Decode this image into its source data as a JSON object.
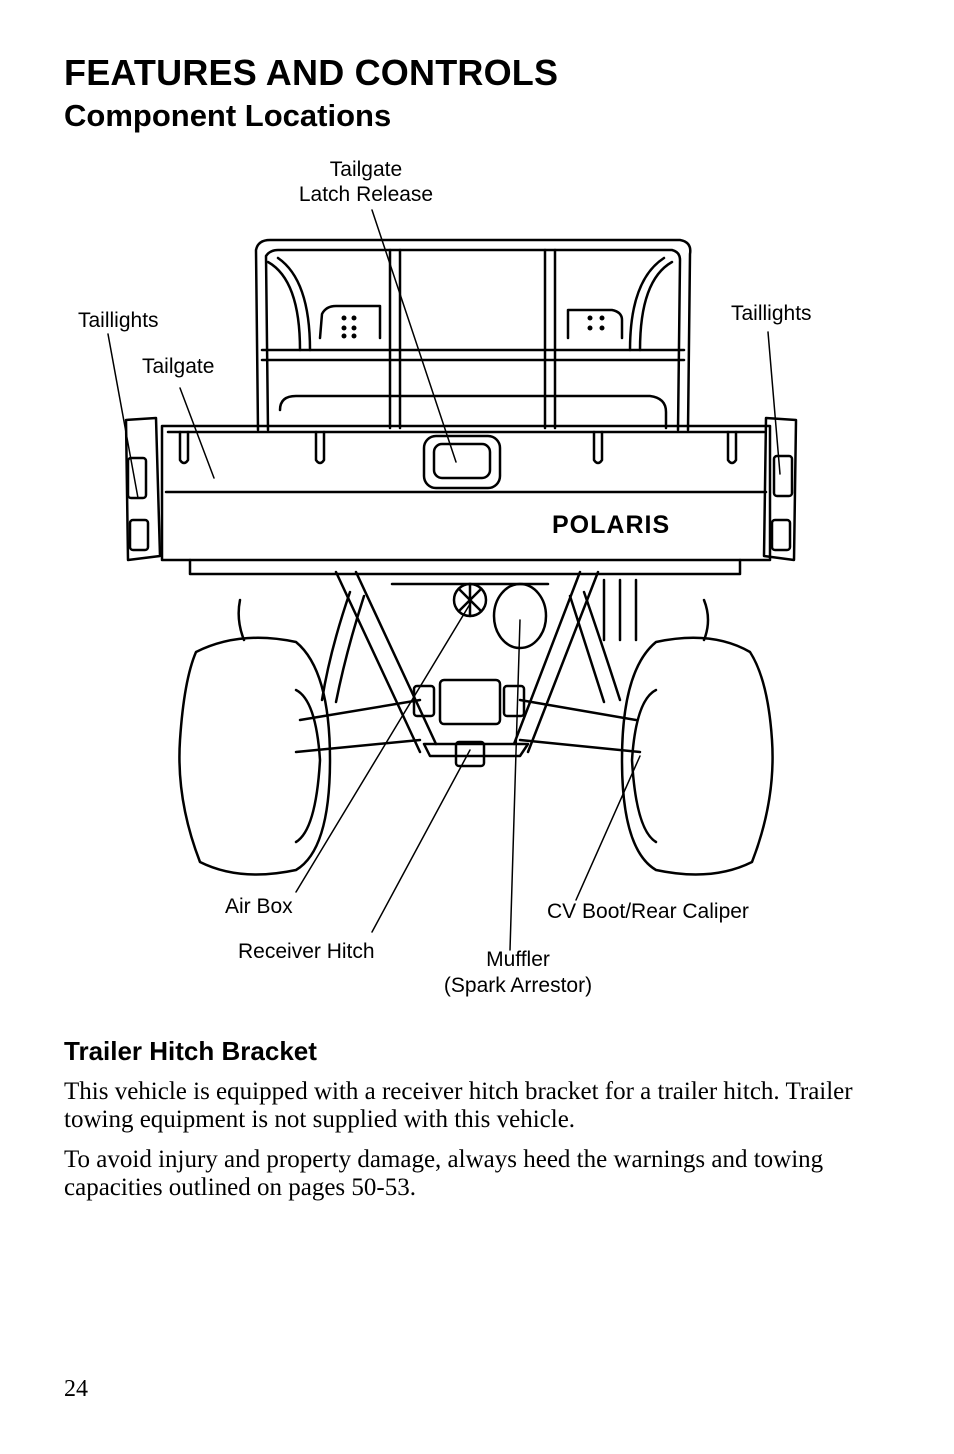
{
  "header": {
    "section_title": "FEATURES AND CONTROLS",
    "subsection_title": "Component Locations"
  },
  "diagram": {
    "brand_logo_text": "POLARIS",
    "labels": {
      "tailgate_latch_line1": "Tailgate",
      "tailgate_latch_line2": "Latch Release",
      "taillights_left": "Taillights",
      "taillights_right": "Taillights",
      "tailgate": "Tailgate",
      "air_box": "Air Box",
      "receiver_hitch": "Receiver Hitch",
      "muffler_line1": "Muffler",
      "muffler_line2": "(Spark Arrestor)",
      "cv_boot": "CV Boot/Rear Caliper"
    }
  },
  "section": {
    "heading": "Trailer Hitch Bracket",
    "paragraphs": [
      "This vehicle is equipped with a receiver hitch bracket for a trailer hitch. Trailer towing equipment is not supplied with this vehicle.",
      "To avoid injury and property damage, always heed the warnings and towing capacities outlined on pages 50-53."
    ]
  },
  "footer": {
    "page_number": "24"
  }
}
